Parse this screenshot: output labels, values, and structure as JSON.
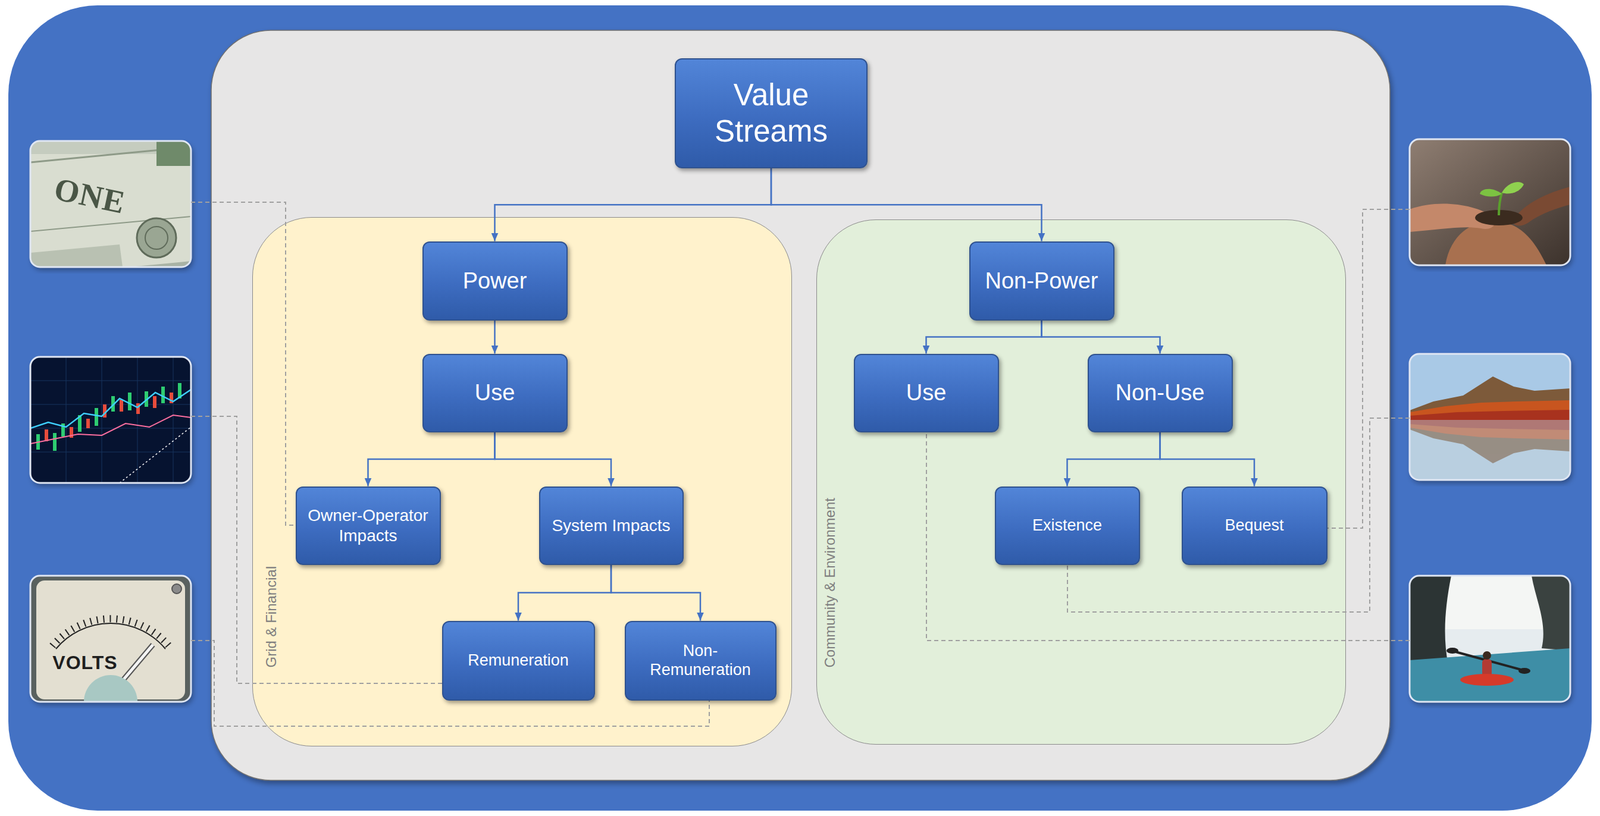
{
  "diagram": {
    "nodes": [
      {
        "text": [
          "Value Streams"
        ]
      },
      {
        "text": [
          "Grid & Financial"
        ]
      },
      {
        "text": [
          "Power"
        ],
        "in": 1
      },
      {
        "text": [
          "Use"
        ],
        "in": 1
      },
      {
        "text": [
          "Owner-Operator Impacts"
        ],
        "in": 1
      },
      {
        "text": [
          "System Impacts"
        ],
        "in": 1
      },
      {
        "text": [
          "Remuneration"
        ],
        "in": 1
      },
      {
        "text": [
          "Non-Remuneration"
        ],
        "in": 1
      },
      {
        "text": [
          "Community & Environment"
        ]
      },
      {
        "text": [
          "Non-Power"
        ],
        "in": 8
      },
      {
        "text": [
          "Use"
        ],
        "in": 8
      },
      {
        "text": [
          "Non-Use"
        ],
        "in": 8
      },
      {
        "text": [
          "Existence"
        ],
        "in": 8
      },
      {
        "text": [
          "Bequest"
        ],
        "in": 8
      }
    ],
    "edges": [
      {
        "from": 0,
        "to": 2,
        "arrow": "to"
      },
      {
        "from": 0,
        "to": 9,
        "arrow": "to"
      },
      {
        "from": 2,
        "to": 3,
        "arrow": "to"
      },
      {
        "from": 3,
        "to": 4,
        "arrow": "to"
      },
      {
        "from": 3,
        "to": 5,
        "arrow": "to"
      },
      {
        "from": 5,
        "to": 6,
        "arrow": "to"
      },
      {
        "from": 5,
        "to": 7,
        "arrow": "to"
      },
      {
        "from": 9,
        "to": 10,
        "arrow": "to"
      },
      {
        "from": 9,
        "to": 11,
        "arrow": "to"
      },
      {
        "from": 11,
        "to": 12,
        "arrow": "to"
      },
      {
        "from": 11,
        "to": 13,
        "arrow": "to"
      }
    ],
    "labels": [
      "ONE",
      "VOLTS"
    ]
  }
}
